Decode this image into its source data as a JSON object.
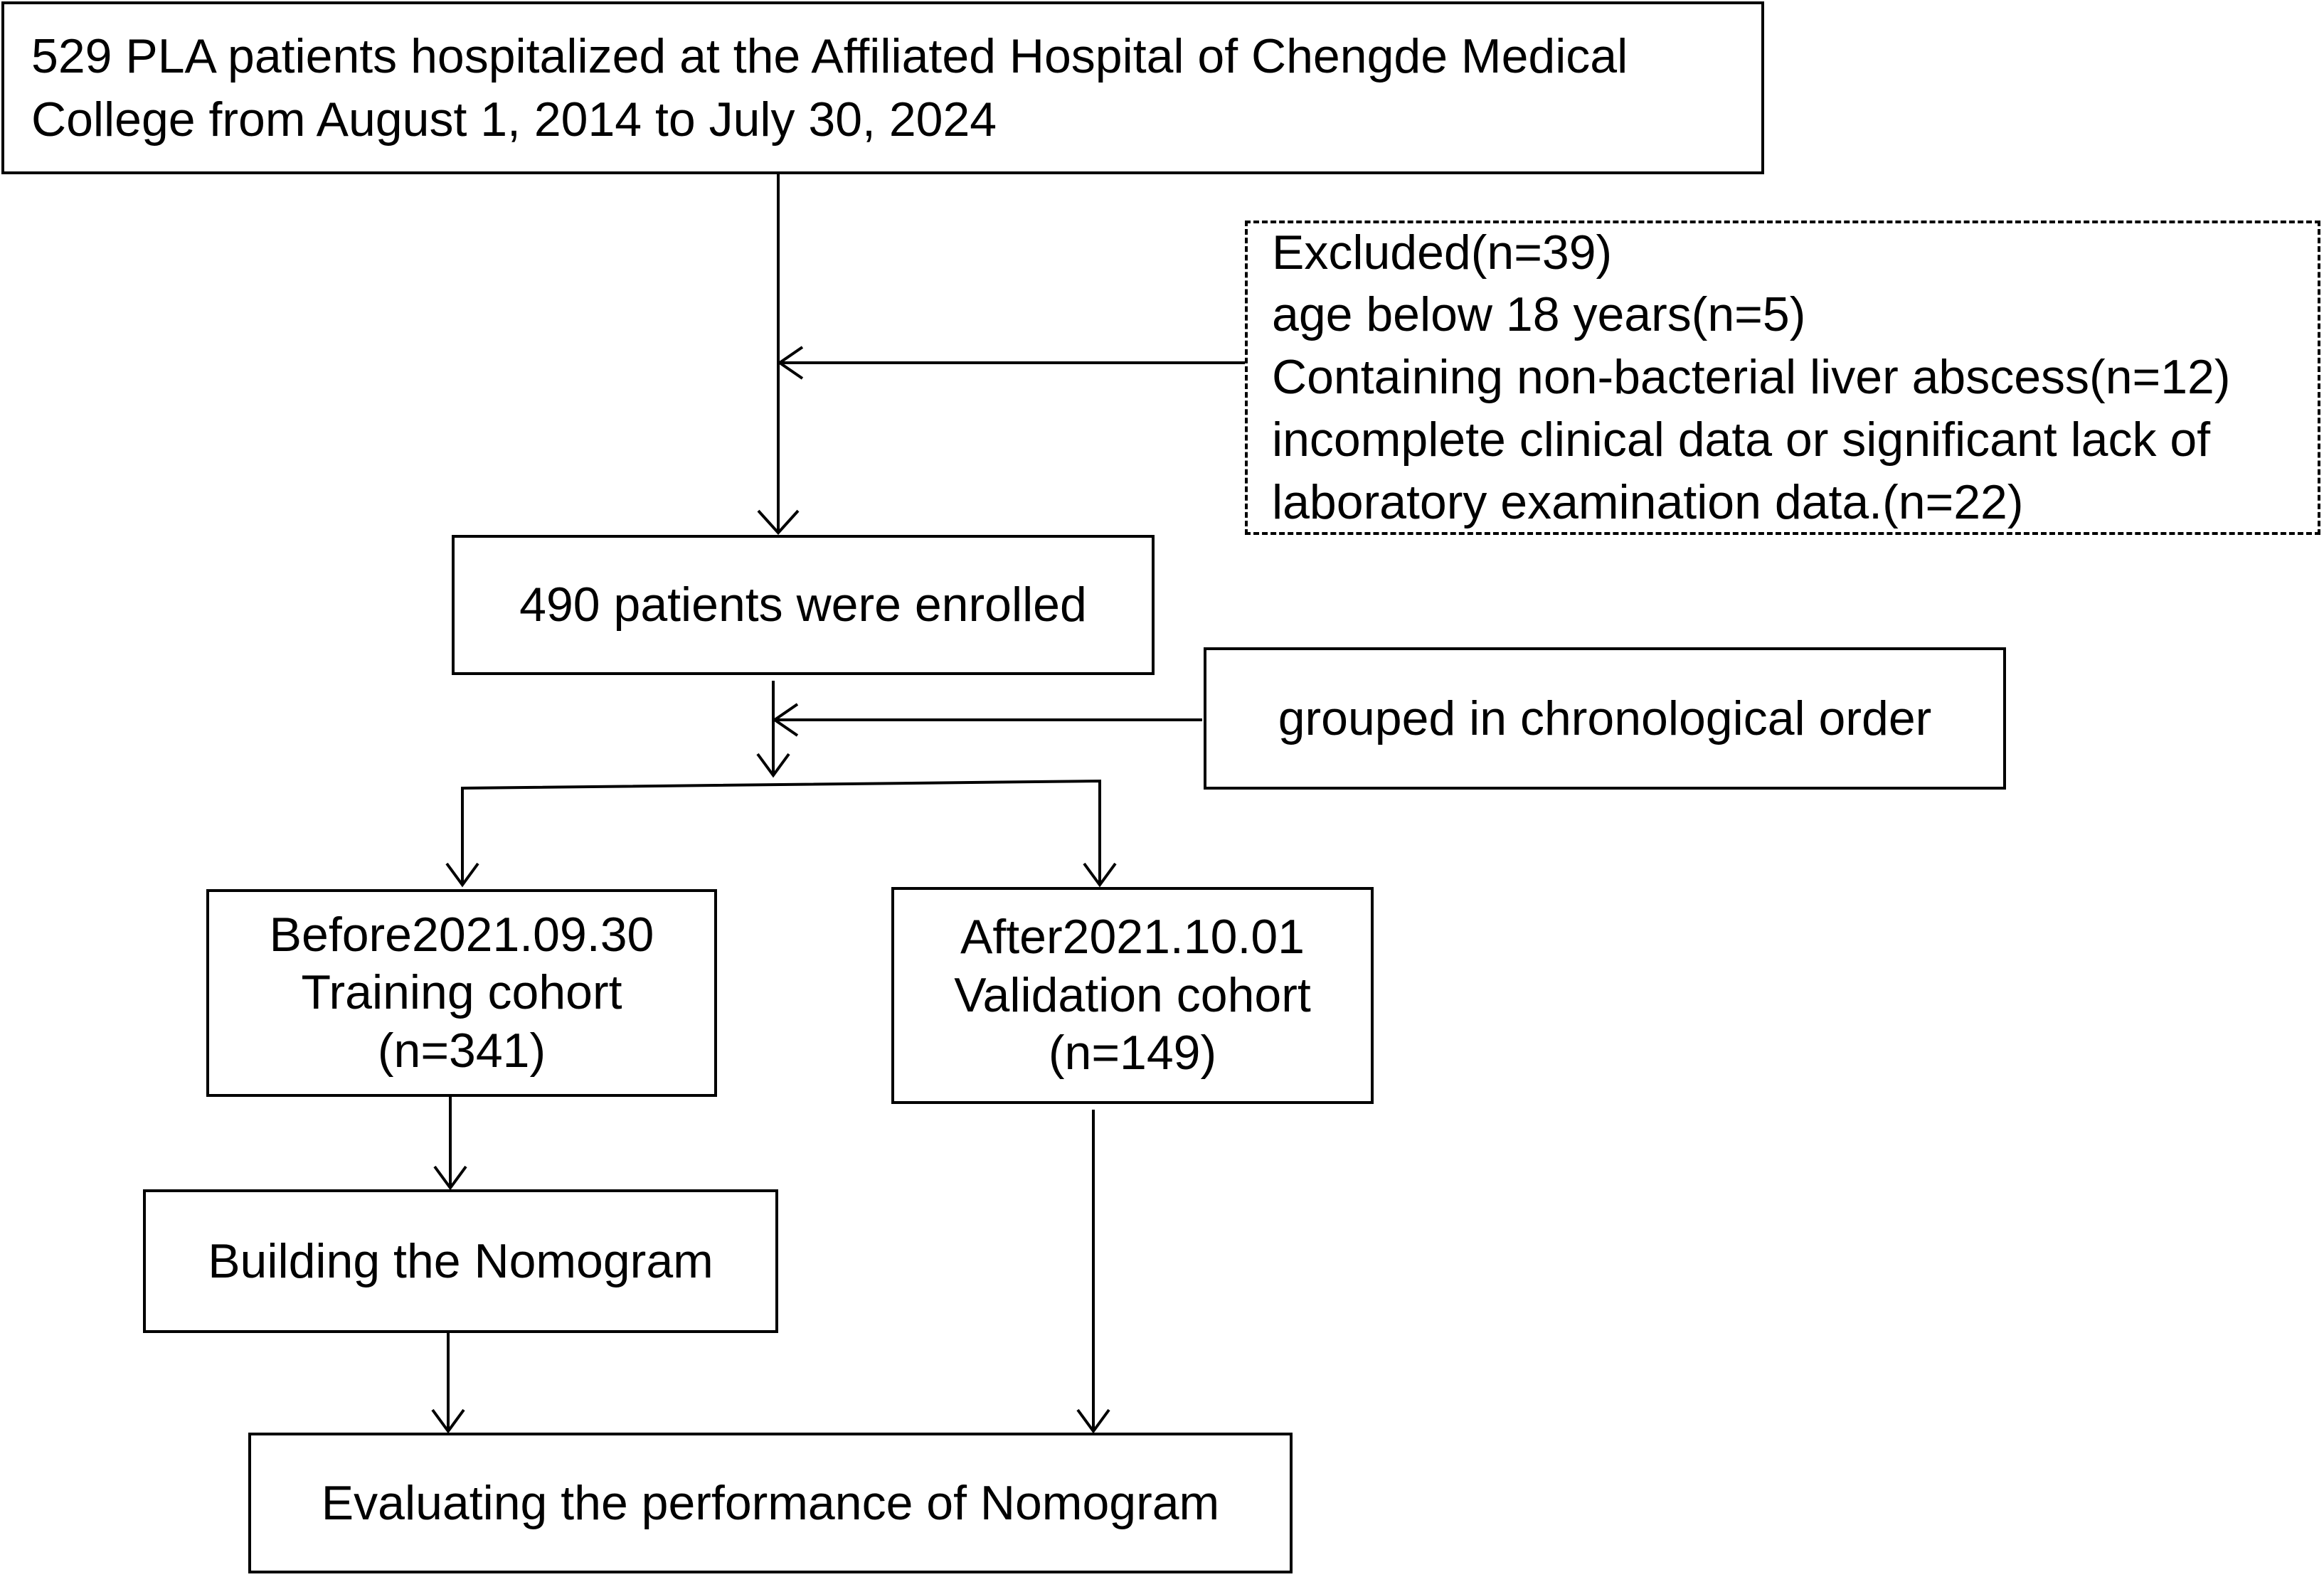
{
  "diagram": {
    "nodes": {
      "source": {
        "lines": [
          "529 PLA patients hospitalized at the Affiliated Hospital of Chengde Medical",
          "College from August 1, 2014 to July 30, 2024"
        ]
      },
      "excluded": {
        "lines": [
          "Excluded(n=39)",
          "age below 18 years(n=5)",
          "Containing non-bacterial liver abscess(n=12)",
          "incomplete clinical data or significant lack of",
          "laboratory examination data.(n=22)"
        ]
      },
      "enrolled": {
        "lines": [
          "490 patients were enrolled"
        ]
      },
      "grouping": {
        "lines": [
          "grouped in chronological order"
        ]
      },
      "training": {
        "lines": [
          "Before2021.09.30",
          "Training cohort",
          "(n=341)"
        ]
      },
      "validation": {
        "lines": [
          "After2021.10.01",
          "Validation cohort",
          "(n=149)"
        ]
      },
      "building": {
        "lines": [
          "Building the Nomogram"
        ]
      },
      "evaluating": {
        "lines": [
          "Evaluating the performance of Nomogram"
        ]
      }
    }
  }
}
